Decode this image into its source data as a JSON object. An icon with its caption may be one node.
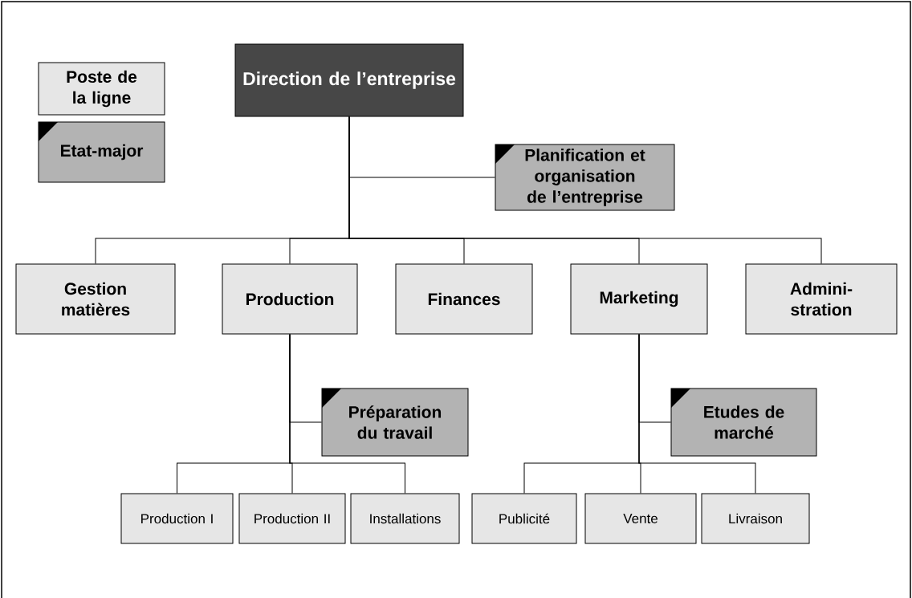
{
  "diagram": {
    "nodes": [
      {
        "text": [
          "Direction de l’entreprise"
        ]
      },
      {
        "text": [
          "Planification et organisation de l’entreprise"
        ]
      },
      {
        "text": [
          "Gestion matières"
        ]
      },
      {
        "text": [
          "Production"
        ]
      },
      {
        "text": [
          "Finances"
        ]
      },
      {
        "text": [
          "Marketing"
        ]
      },
      {
        "text": [
          "Admini-stration"
        ]
      },
      {
        "text": [
          "Préparation du travail"
        ]
      },
      {
        "text": [
          "Etudes de marché"
        ]
      },
      {
        "text": [
          "Production I"
        ]
      },
      {
        "text": [
          "Production II"
        ]
      },
      {
        "text": [
          "Installations"
        ]
      },
      {
        "text": [
          "Publicité"
        ]
      },
      {
        "text": [
          "Vente"
        ]
      },
      {
        "text": [
          "Livraison"
        ]
      }
    ],
    "edges": [
      {
        "from": 0,
        "to": 1,
        "arrow": "none"
      },
      {
        "from": 0,
        "to": 2,
        "arrow": "none"
      },
      {
        "from": 0,
        "to": 3,
        "arrow": "none"
      },
      {
        "from": 0,
        "to": 4,
        "arrow": "none"
      },
      {
        "from": 0,
        "to": 5,
        "arrow": "none"
      },
      {
        "from": 0,
        "to": 6,
        "arrow": "none"
      },
      {
        "from": 3,
        "to": 7,
        "arrow": "none"
      },
      {
        "from": 3,
        "to": 9,
        "arrow": "none"
      },
      {
        "from": 3,
        "to": 10,
        "arrow": "none"
      },
      {
        "from": 3,
        "to": 11,
        "arrow": "none"
      },
      {
        "from": 5,
        "to": 8,
        "arrow": "none"
      },
      {
        "from": 5,
        "to": 12,
        "arrow": "none"
      },
      {
        "from": 5,
        "to": 13,
        "arrow": "none"
      },
      {
        "from": 5,
        "to": 14,
        "arrow": "none"
      }
    ],
    "legend": [
      {
        "text": "Poste de la ligne",
        "color": "#e6e6e6"
      },
      {
        "text": "Etat-major",
        "color": "#b3b3b3"
      }
    ]
  }
}
